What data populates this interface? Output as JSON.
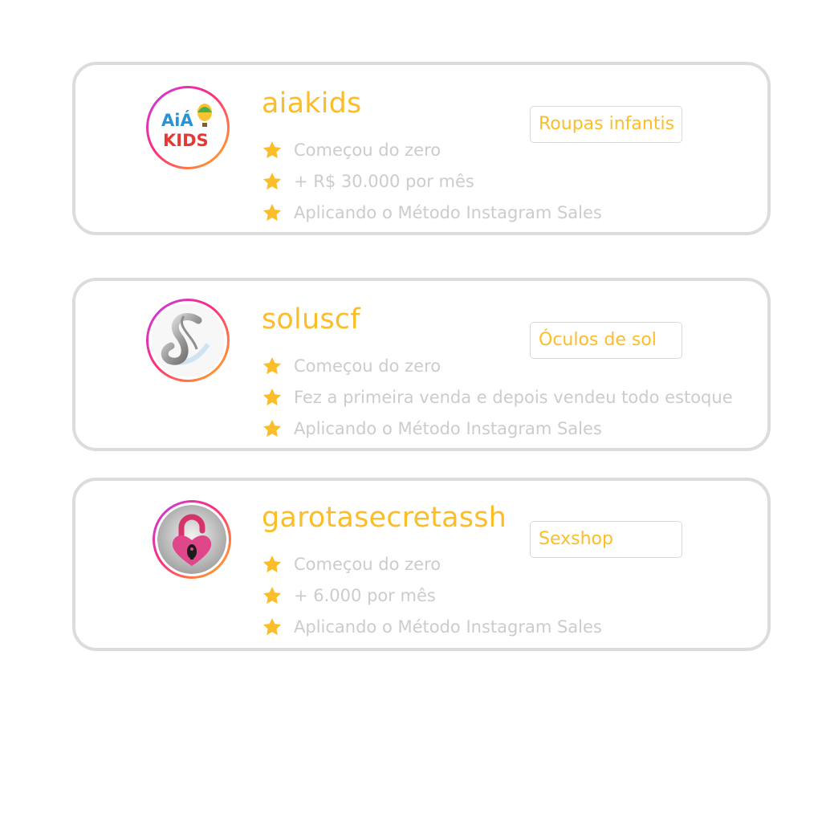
{
  "cards": [
    {
      "username": "aiakids",
      "tag": "Roupas infantis",
      "avatar_icon": "aiakids-logo-icon",
      "avatar_text_top": "AiÁ",
      "avatar_text_bottom": "KIDS",
      "features": [
        "Começou do zero",
        "+ R$ 30.000 por mês",
        "Aplicando o Método Instagram Sales"
      ]
    },
    {
      "username": "soluscf",
      "tag": "Óculos de sol",
      "avatar_icon": "soluscf-logo-icon",
      "features": [
        "Começou do zero",
        "Fez a primeira venda e depois vendeu todo estoque",
        "Aplicando o Método Instagram Sales"
      ]
    },
    {
      "username": "garotasecretassh",
      "tag": "Sexshop",
      "avatar_icon": "heart-lock-icon",
      "features": [
        "Começou do zero",
        "+ 6.000 por mês",
        "Aplicando o Método Instagram Sales"
      ]
    }
  ],
  "colors": {
    "accent": "#fbbd28",
    "muted_text": "#cccccc",
    "card_border": "#dcdcdc",
    "star": "#fbbd28"
  }
}
